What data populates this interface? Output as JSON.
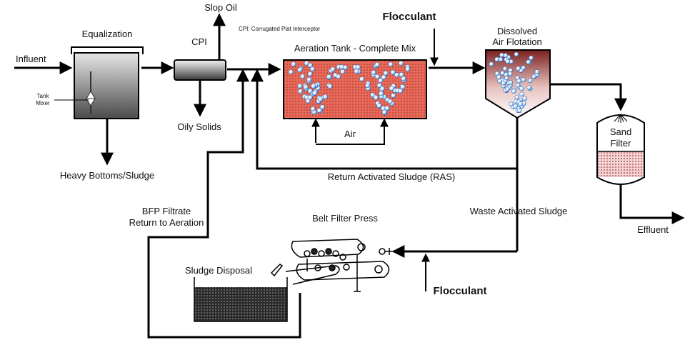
{
  "labels": {
    "influent": "Influent",
    "equalization": "Equalization",
    "tank_mixer_1": "Tank",
    "tank_mixer_2": "Mixer",
    "heavy_bottoms": "Heavy Bottoms/Sludge",
    "cpi": "CPI",
    "cpi_note": "CPI: Corrugated Plat Interceptor",
    "slop_oil": "Slop Oil",
    "oily_solids": "Oily Solids",
    "aeration_tank": "Aeration Tank - Complete Mix",
    "air": "Air",
    "flocculant_top": "Flocculant",
    "daf_1": "Dissolved",
    "daf_2": "Air Flotation",
    "sand_filter_1": "Sand",
    "sand_filter_2": "Filter",
    "effluent": "Effluent",
    "ras": "Return Activated Sludge (RAS)",
    "was": "Waste Activated Sludge",
    "bfp_filtrate_1": "BFP Filtrate",
    "bfp_filtrate_2": "Return to Aeration",
    "belt_filter_press": "Belt Filter Press",
    "sludge_disposal": "Sludge Disposal",
    "flocculant_bottom": "Flocculant"
  }
}
